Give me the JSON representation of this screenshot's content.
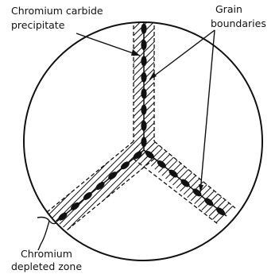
{
  "labels": {
    "carbide_line1": "Chromium carbide",
    "carbide_line2": "precipitate",
    "grain_line1": "Grain",
    "grain_line2": "boundaries",
    "depleted_line1": "Chromium",
    "depleted_line2": "depleted zone"
  }
}
